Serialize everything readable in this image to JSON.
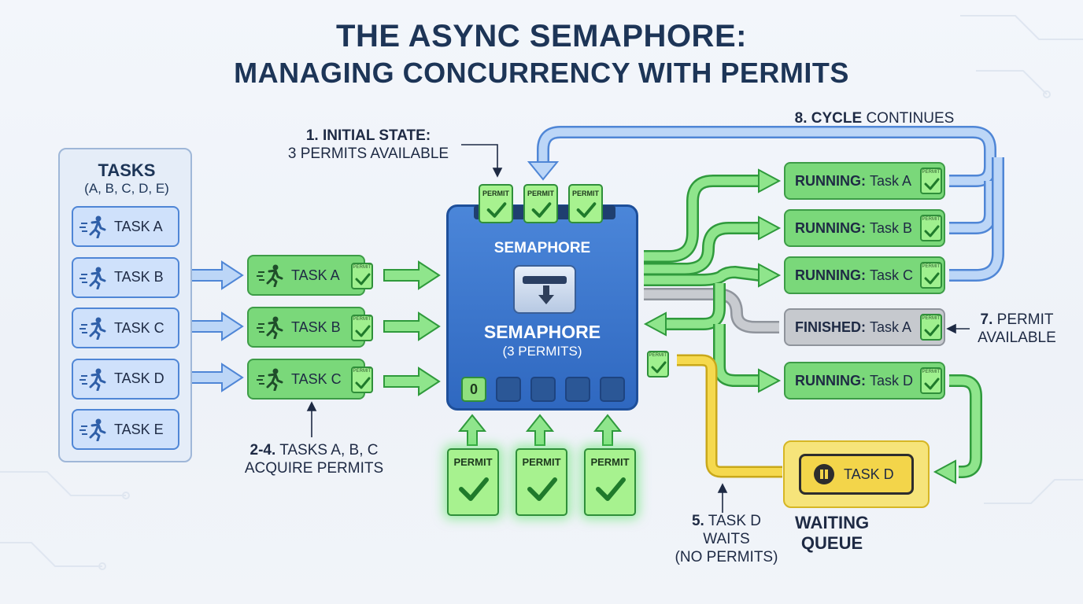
{
  "title": {
    "line1": "THE ASYNC SEMAPHORE:",
    "line2": "MANAGING CONCURRENCY WITH PERMITS"
  },
  "tasks_panel": {
    "title": "TASKS",
    "subtitle": "(A, B, C, D, E)",
    "items": [
      "TASK A",
      "TASK B",
      "TASK C",
      "TASK D",
      "TASK E"
    ]
  },
  "acquiring": {
    "items": [
      "TASK A",
      "TASK B",
      "TASK C"
    ]
  },
  "permit_label": "PERMIT",
  "permit_badge_label": "PERMIT",
  "semaphore": {
    "top_label": "SEMAPHORE",
    "main_label": "SEMAPHORE",
    "sub_label": "(3 PERMITS)",
    "counter_value": "0"
  },
  "statuses": [
    {
      "state": "RUNNING:",
      "task": "Task A",
      "kind": "run"
    },
    {
      "state": "RUNNING:",
      "task": "Task B",
      "kind": "run"
    },
    {
      "state": "RUNNING:",
      "task": "Task C",
      "kind": "run"
    },
    {
      "state": "FINISHED:",
      "task": "Task A",
      "kind": "fin"
    },
    {
      "state": "RUNNING:",
      "task": "Task D",
      "kind": "run"
    }
  ],
  "queue": {
    "task": "TASK D",
    "label_line1": "WAITING",
    "label_line2": "QUEUE"
  },
  "notes": {
    "initial_bold": "1. INITIAL STATE:",
    "initial_rest": "3 PERMITS AVAILABLE",
    "acquire_bold": "2-4.",
    "acquire_rest1": "TASKS A, B, C",
    "acquire_rest2": "ACQUIRE PERMITS",
    "waits_bold": "5.",
    "waits_rest1": "TASK D",
    "waits_rest2": "WAITS",
    "waits_rest3": "(NO PERMITS)",
    "permit_bold": "7.",
    "permit_rest1": "PERMIT",
    "permit_rest2": "AVAILABLE",
    "cycle_bold": "8. CYCLE",
    "cycle_rest": "CONTINUES"
  },
  "colors": {
    "blue_arrow": "#bcd6f7",
    "blue_arrow_stroke": "#4f86d6",
    "green_arrow": "#8fe58c",
    "green_arrow_stroke": "#2f9a3c",
    "gray_arrow": "#c8cbd0",
    "yellow_arrow": "#f5d94e"
  },
  "icons": [
    "running-person-icon",
    "checkmark-icon",
    "down-arrow-icon",
    "pause-icon"
  ]
}
